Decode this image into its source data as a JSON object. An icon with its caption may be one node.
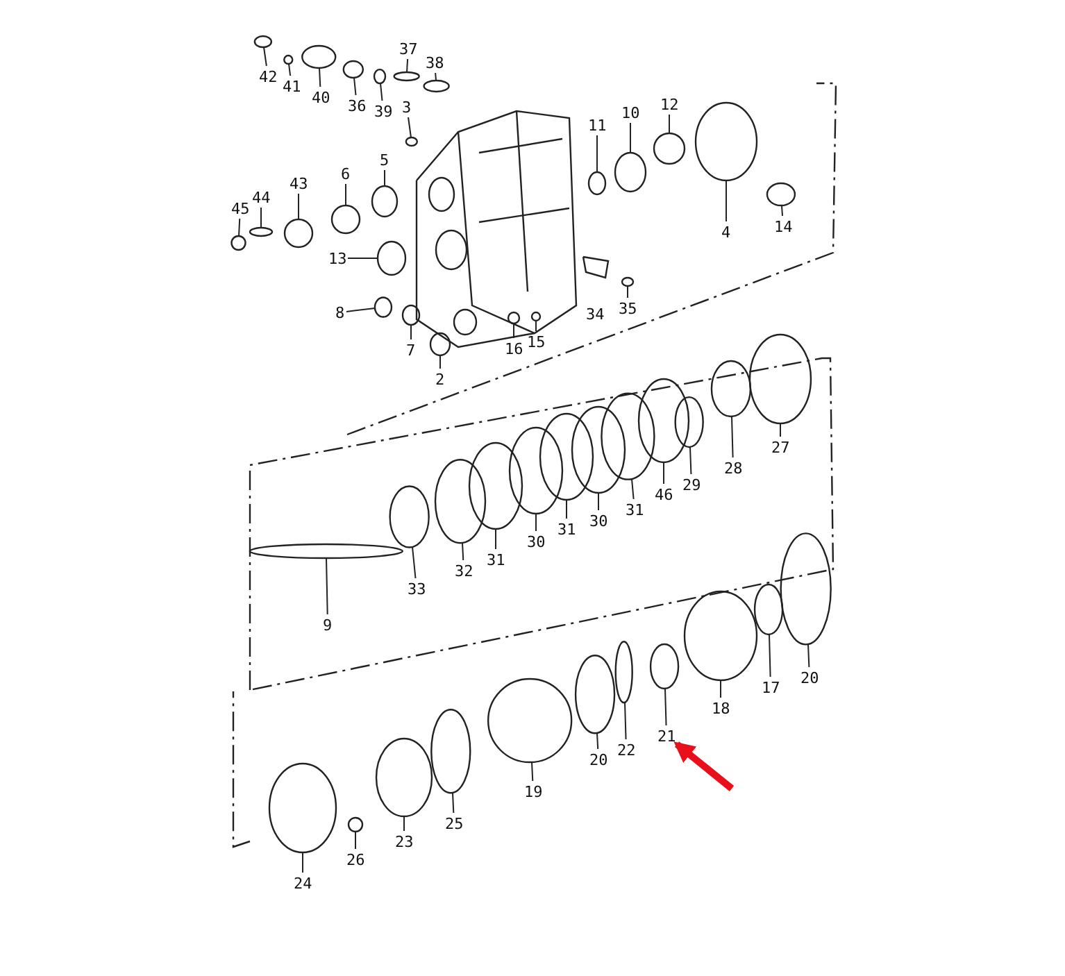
{
  "diagram": {
    "nodes": [
      {
        "text": [
          "42"
        ]
      },
      {
        "text": [
          "41"
        ]
      },
      {
        "text": [
          "40"
        ]
      },
      {
        "text": [
          "36"
        ]
      },
      {
        "text": [
          "39"
        ]
      },
      {
        "text": [
          "37"
        ]
      },
      {
        "text": [
          "38"
        ]
      },
      {
        "text": [
          "3"
        ]
      },
      {
        "text": [
          "11"
        ]
      },
      {
        "text": [
          "10"
        ]
      },
      {
        "text": [
          "12"
        ]
      },
      {
        "text": [
          "4"
        ]
      },
      {
        "text": [
          "14"
        ]
      },
      {
        "text": [
          "5"
        ]
      },
      {
        "text": [
          "6"
        ]
      },
      {
        "text": [
          "43"
        ]
      },
      {
        "text": [
          "44"
        ]
      },
      {
        "text": [
          "45"
        ]
      },
      {
        "text": [
          "13"
        ]
      },
      {
        "text": [
          "8"
        ]
      },
      {
        "text": [
          "7"
        ]
      },
      {
        "text": [
          "2"
        ]
      },
      {
        "text": [
          "16"
        ]
      },
      {
        "text": [
          "15"
        ]
      },
      {
        "text": [
          "35"
        ]
      },
      {
        "text": [
          "27"
        ]
      },
      {
        "text": [
          "28"
        ]
      },
      {
        "text": [
          "29"
        ]
      },
      {
        "text": [
          "46"
        ]
      },
      {
        "text": [
          "31"
        ]
      },
      {
        "text": [
          "30"
        ]
      },
      {
        "text": [
          "31"
        ]
      },
      {
        "text": [
          "30"
        ]
      },
      {
        "text": [
          "31"
        ]
      },
      {
        "text": [
          "32"
        ]
      },
      {
        "text": [
          "33"
        ]
      },
      {
        "text": [
          "9"
        ]
      },
      {
        "text": [
          "20"
        ]
      },
      {
        "text": [
          "17"
        ]
      },
      {
        "text": [
          "18"
        ]
      },
      {
        "text": [
          "21"
        ]
      },
      {
        "text": [
          "22"
        ]
      },
      {
        "text": [
          "20"
        ]
      },
      {
        "text": [
          "19"
        ]
      },
      {
        "text": [
          "25"
        ]
      },
      {
        "text": [
          "23"
        ]
      },
      {
        "text": [
          "26"
        ]
      },
      {
        "text": [
          "24"
        ]
      },
      {
        "text": [],
        "shape": "circle"
      },
      {
        "text": [],
        "shape": "circle"
      },
      {
        "text": [],
        "shape": "circle"
      },
      {
        "text": [],
        "shape": "circle"
      },
      {
        "text": [],
        "shape": "circle"
      },
      {
        "text": [],
        "shape": "circle"
      },
      {
        "text": [],
        "shape": "circle"
      },
      {
        "text": [],
        "shape": "circle"
      },
      {
        "text": [],
        "shape": "circle"
      },
      {
        "text": [],
        "shape": "circle"
      },
      {
        "text": [],
        "shape": "circle"
      },
      {
        "text": [],
        "shape": "circle"
      },
      {
        "text": [],
        "shape": "circle"
      },
      {
        "text": [],
        "shape": "circle"
      },
      {
        "text": [],
        "shape": "circle"
      },
      {
        "text": [],
        "shape": "circle"
      },
      {
        "text": [],
        "shape": "circle"
      },
      {
        "text": [],
        "shape": "circle"
      },
      {
        "text": [],
        "shape": "circle"
      },
      {
        "text": [],
        "shape": "circle"
      },
      {
        "text": [],
        "shape": "circle"
      },
      {
        "text": [],
        "shape": "circle"
      },
      {
        "text": [],
        "shape": "circle"
      },
      {
        "text": [],
        "shape": "circle"
      },
      {
        "text": [],
        "shape": "circle"
      },
      {
        "text": [],
        "shape": "circle"
      },
      {
        "text": [],
        "shape": "circle"
      },
      {
        "text": [],
        "shape": "circle"
      },
      {
        "text": [],
        "shape": "circle"
      },
      {
        "text": [],
        "shape": "circle"
      },
      {
        "text": [],
        "shape": "circle"
      },
      {
        "text": [],
        "shape": "circle"
      },
      {
        "text": [],
        "shape": "circle"
      },
      {
        "text": [],
        "shape": "circle"
      },
      {
        "text": [],
        "shape": "circle"
      },
      {
        "text": [],
        "shape": "circle"
      },
      {
        "text": [],
        "shape": "circle"
      },
      {
        "text": [],
        "shape": "circle"
      },
      {
        "text": [],
        "shape": "circle"
      },
      {
        "text": [],
        "shape": "circle"
      },
      {
        "text": [],
        "shape": "circle"
      },
      {
        "text": [],
        "shape": "circle"
      },
      {
        "text": [],
        "shape": "circle"
      },
      {
        "text": [],
        "shape": "circle"
      },
      {
        "text": [],
        "shape": "circle"
      },
      {
        "text": [],
        "shape": "circle"
      },
      {
        "text": [],
        "shape": "circle"
      },
      {
        "text": [],
        "shape": "circle"
      }
    ],
    "edges": [
      {
        "from": 0,
        "to": 48,
        "arrow": "none"
      },
      {
        "from": 1,
        "to": 49,
        "arrow": "none"
      },
      {
        "from": 2,
        "to": 50,
        "arrow": "none"
      },
      {
        "from": 3,
        "to": 51,
        "arrow": "none"
      },
      {
        "from": 4,
        "to": 52,
        "arrow": "none"
      },
      {
        "from": 5,
        "to": 53,
        "arrow": "none"
      },
      {
        "from": 6,
        "to": 54,
        "arrow": "none"
      },
      {
        "from": 7,
        "to": 55,
        "arrow": "none"
      },
      {
        "from": 8,
        "to": 56,
        "arrow": "none"
      },
      {
        "from": 9,
        "to": 57,
        "arrow": "none"
      },
      {
        "from": 10,
        "to": 58,
        "arrow": "none"
      },
      {
        "from": 11,
        "to": 59,
        "arrow": "none"
      },
      {
        "from": 12,
        "to": 60,
        "arrow": "none"
      },
      {
        "from": 13,
        "to": 61,
        "arrow": "none"
      },
      {
        "from": 14,
        "to": 62,
        "arrow": "none"
      },
      {
        "from": 15,
        "to": 63,
        "arrow": "none"
      },
      {
        "from": 16,
        "to": 64,
        "arrow": "none"
      },
      {
        "from": 17,
        "to": 65,
        "arrow": "none"
      },
      {
        "from": 18,
        "to": 66,
        "arrow": "none"
      },
      {
        "from": 19,
        "to": 67,
        "arrow": "none"
      },
      {
        "from": 20,
        "to": 68,
        "arrow": "none"
      },
      {
        "from": 21,
        "to": 69,
        "arrow": "none"
      },
      {
        "from": 22,
        "to": 70,
        "arrow": "none"
      },
      {
        "from": 23,
        "to": 71,
        "arrow": "none"
      },
      {
        "from": 24,
        "to": 72,
        "arrow": "none"
      },
      {
        "from": 25,
        "to": 73,
        "arrow": "none"
      },
      {
        "from": 26,
        "to": 74,
        "arrow": "none"
      },
      {
        "from": 27,
        "to": 75,
        "arrow": "none"
      },
      {
        "from": 28,
        "to": 76,
        "arrow": "none"
      },
      {
        "from": 29,
        "to": 77,
        "arrow": "none"
      },
      {
        "from": 30,
        "to": 78,
        "arrow": "none"
      },
      {
        "from": 31,
        "to": 79,
        "arrow": "none"
      },
      {
        "from": 32,
        "to": 80,
        "arrow": "none"
      },
      {
        "from": 33,
        "to": 81,
        "arrow": "none"
      },
      {
        "from": 34,
        "to": 82,
        "arrow": "none"
      },
      {
        "from": 35,
        "to": 83,
        "arrow": "none"
      },
      {
        "from": 36,
        "to": 84,
        "arrow": "none"
      },
      {
        "from": 37,
        "to": 85,
        "arrow": "none"
      },
      {
        "from": 38,
        "to": 86,
        "arrow": "none"
      },
      {
        "from": 39,
        "to": 87,
        "arrow": "none"
      },
      {
        "from": 40,
        "to": 88,
        "arrow": "none"
      },
      {
        "from": 41,
        "to": 89,
        "arrow": "none"
      },
      {
        "from": 42,
        "to": 90,
        "arrow": "none"
      },
      {
        "from": 43,
        "to": 91,
        "arrow": "none"
      },
      {
        "from": 44,
        "to": 92,
        "arrow": "none"
      },
      {
        "from": 45,
        "to": 93,
        "arrow": "none"
      },
      {
        "from": 46,
        "to": 94,
        "arrow": "none"
      },
      {
        "from": 47,
        "to": 95,
        "arrow": "none"
      },
      {
        "from": null,
        "to": 40,
        "arrow": "to",
        "style": "thick",
        "color": "#e8101a"
      }
    ],
    "labels": [
      "34"
    ]
  }
}
